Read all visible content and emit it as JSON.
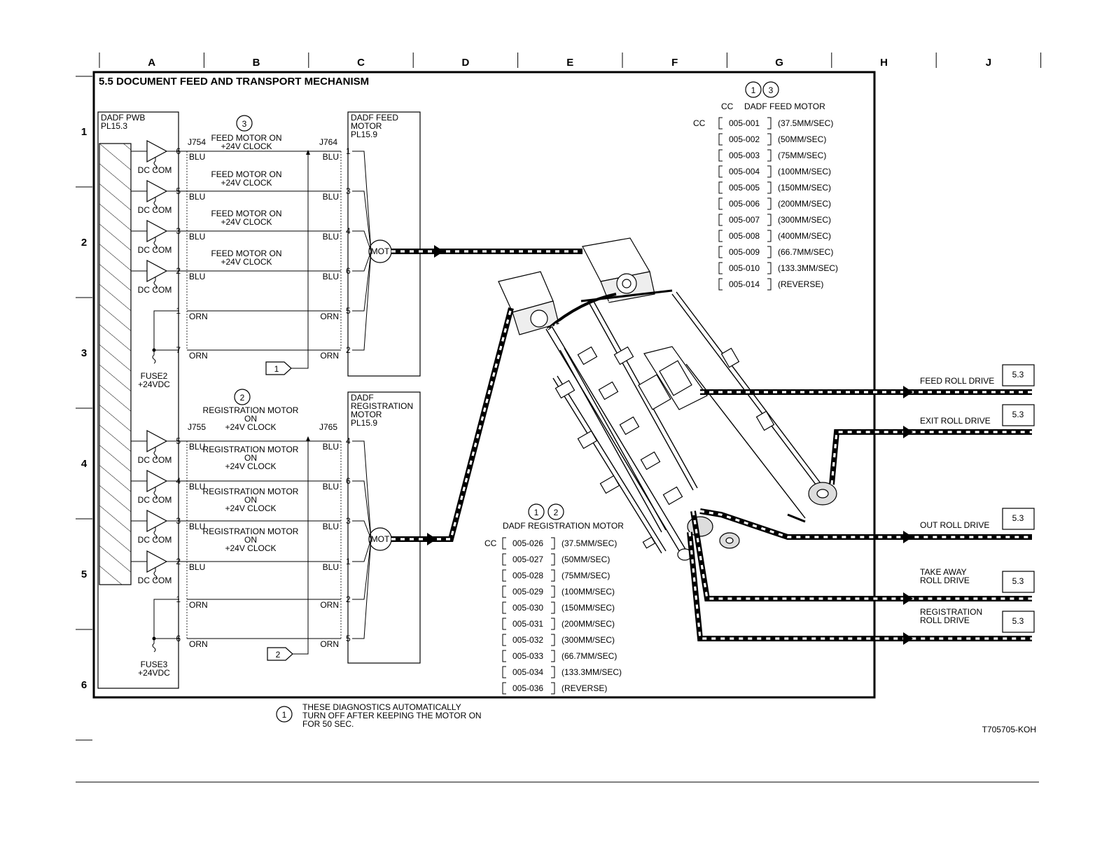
{
  "grid": {
    "columns": [
      "A",
      "B",
      "C",
      "D",
      "E",
      "F",
      "G",
      "H",
      "J"
    ],
    "rows": [
      "1",
      "2",
      "3",
      "4",
      "5",
      "6"
    ]
  },
  "title": "5.5 DOCUMENT FEED AND TRANSPORT MECHANISM",
  "pwb": {
    "name": "DADF PWB",
    "pl": "PL15.3"
  },
  "dc_com": "DC COM",
  "feed_section": {
    "marker": "3",
    "left_connector": "J754",
    "right_connector": "J764",
    "signals": [
      {
        "label1": "FEED MOTOR ON",
        "label2": "+24V CLOCK",
        "pin_left": "6",
        "pin_right": "1",
        "wire": "BLU"
      },
      {
        "label1": "FEED MOTOR ON",
        "label2": "+24V CLOCK",
        "pin_left": "5",
        "pin_right": "3",
        "wire": "BLU"
      },
      {
        "label1": "FEED MOTOR ON",
        "label2": "+24V CLOCK",
        "pin_left": "3",
        "pin_right": "4",
        "wire": "BLU"
      },
      {
        "label1": "FEED MOTOR ON",
        "label2": "+24V CLOCK",
        "pin_left": "2",
        "pin_right": "6",
        "wire": "BLU"
      }
    ],
    "power": [
      {
        "pin_left": "1",
        "pin_right": "5",
        "wire": "ORN"
      },
      {
        "pin_left": "7",
        "pin_right": "2",
        "wire": "ORN"
      }
    ],
    "fuse": "FUSE2",
    "voltage": "+24VDC",
    "flag": "1",
    "motor_box": [
      "DADF FEED",
      "MOTOR",
      "PL15.9"
    ],
    "mot": "MOT"
  },
  "reg_section": {
    "marker": "2",
    "header_label1": "REGISTRATION MOTOR",
    "header_label2": "ON",
    "header_label3": "+24V CLOCK",
    "left_connector": "J755",
    "right_connector": "J765",
    "signals": [
      {
        "label1": "REGISTRATION MOTOR",
        "label2": "ON",
        "label3": "+24V CLOCK",
        "pin_left": "5",
        "pin_right": "4",
        "wire": "BLU"
      },
      {
        "label1": "REGISTRATION MOTOR",
        "label2": "ON",
        "label3": "+24V CLOCK",
        "pin_left": "4",
        "pin_right": "6",
        "wire": "BLU"
      },
      {
        "label1": "REGISTRATION MOTOR",
        "label2": "ON",
        "label3": "+24V CLOCK",
        "pin_left": "3",
        "pin_right": "3",
        "wire": "BLU"
      },
      {
        "pin_left": "2",
        "pin_right": "1",
        "wire": "BLU"
      }
    ],
    "power": [
      {
        "pin_left": "1",
        "pin_right": "2",
        "wire": "ORN"
      },
      {
        "pin_left": "6",
        "pin_right": "5",
        "wire": "ORN"
      }
    ],
    "fuse": "FUSE3",
    "voltage": "+24VDC",
    "flag": "2",
    "motor_box": [
      "DADF",
      "REGISTRATION",
      "MOTOR",
      "PL15.9"
    ],
    "mot": "MOT"
  },
  "feed_motor_cc": {
    "markers": [
      "1",
      "3"
    ],
    "header_cc": "CC",
    "header": "DADF FEED MOTOR",
    "cc": "CC",
    "codes": [
      {
        "code": "005-001",
        "speed": "(37.5MM/SEC)"
      },
      {
        "code": "005-002",
        "speed": "(50MM/SEC)"
      },
      {
        "code": "005-003",
        "speed": "(75MM/SEC)"
      },
      {
        "code": "005-004",
        "speed": "(100MM/SEC)"
      },
      {
        "code": "005-005",
        "speed": "(150MM/SEC)"
      },
      {
        "code": "005-006",
        "speed": "(200MM/SEC)"
      },
      {
        "code": "005-007",
        "speed": "(300MM/SEC)"
      },
      {
        "code": "005-008",
        "speed": "(400MM/SEC)"
      },
      {
        "code": "005-009",
        "speed": "(66.7MM/SEC)"
      },
      {
        "code": "005-010",
        "speed": "(133.3MM/SEC)"
      },
      {
        "code": "005-014",
        "speed": "(REVERSE)"
      }
    ]
  },
  "reg_motor_cc": {
    "markers": [
      "1",
      "2"
    ],
    "header": "DADF REGISTRATION MOTOR",
    "cc": "CC",
    "codes": [
      {
        "code": "005-026",
        "speed": "(37.5MM/SEC)"
      },
      {
        "code": "005-027",
        "speed": "(50MM/SEC)"
      },
      {
        "code": "005-028",
        "speed": "(75MM/SEC)"
      },
      {
        "code": "005-029",
        "speed": "(100MM/SEC)"
      },
      {
        "code": "005-030",
        "speed": "(150MM/SEC)"
      },
      {
        "code": "005-031",
        "speed": "(200MM/SEC)"
      },
      {
        "code": "005-032",
        "speed": "(300MM/SEC)"
      },
      {
        "code": "005-033",
        "speed": "(66.7MM/SEC)"
      },
      {
        "code": "005-034",
        "speed": "(133.3MM/SEC)"
      },
      {
        "code": "005-036",
        "speed": "(REVERSE)"
      }
    ]
  },
  "drives": [
    {
      "line1": "FEED ROLL DRIVE",
      "line2": "",
      "ref": "5.3"
    },
    {
      "line1": "EXIT ROLL DRIVE",
      "line2": "",
      "ref": "5.3"
    },
    {
      "line1": "OUT ROLL DRIVE",
      "line2": "",
      "ref": "5.3"
    },
    {
      "line1": "TAKE AWAY",
      "line2": "ROLL DRIVE",
      "ref": "5.3"
    },
    {
      "line1": "REGISTRATION",
      "line2": "ROLL DRIVE",
      "ref": "5.3"
    }
  ],
  "note": {
    "marker": "1",
    "lines": [
      "THESE DIAGNOSTICS AUTOMATICALLY",
      "TURN OFF AFTER KEEPING THE MOTOR ON",
      "FOR 50 SEC."
    ]
  },
  "figure_id": "T705705-KOH"
}
